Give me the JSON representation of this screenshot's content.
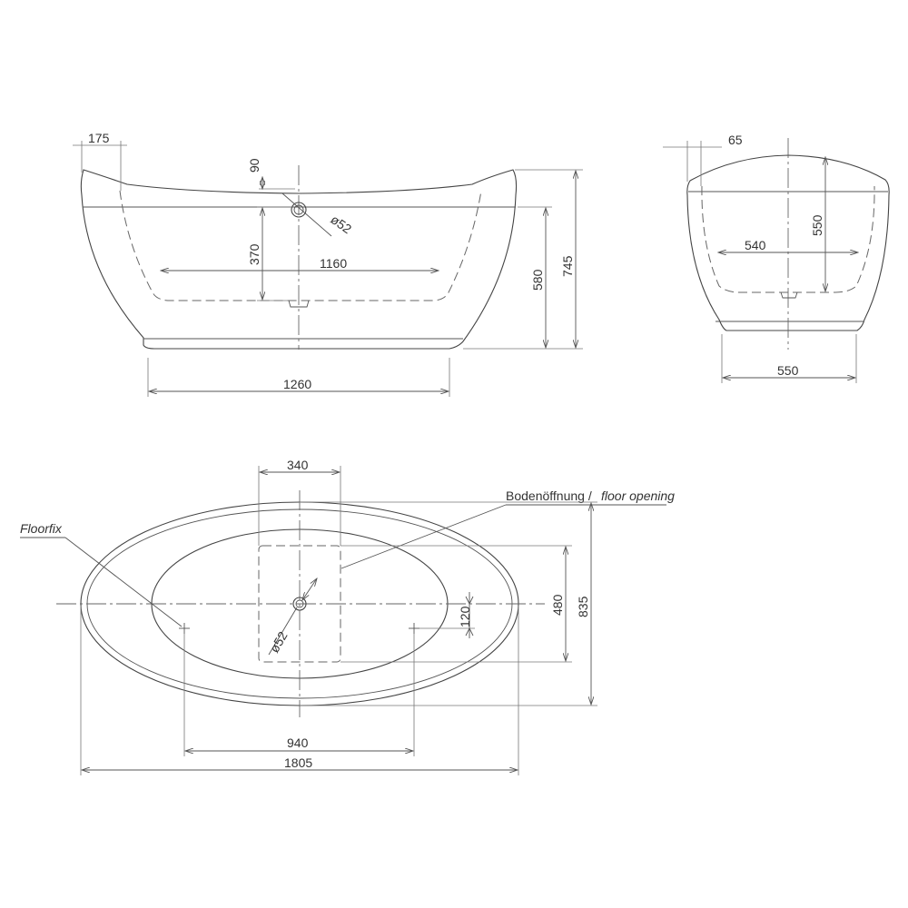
{
  "dimensions": {
    "side_top_width": "175",
    "side_overflow_height": "90",
    "side_drain_diameter": "ø52",
    "side_drain_height": "370",
    "side_inner_length": "1160",
    "side_inner_height": "580",
    "side_total_height": "745",
    "side_base_length": "1260",
    "end_top_width": "65",
    "end_depth": "550",
    "end_inner_width": "540",
    "end_base_width": "550",
    "plan_opening_width": "340",
    "plan_width": "835",
    "plan_inner_width": "480",
    "plan_floorfix_offset": "120",
    "plan_drain_diameter": "ø52",
    "plan_floorfix_spacing": "940",
    "plan_total_length": "1805"
  },
  "labels": {
    "floor_opening_de": "Bodenöffnung /",
    "floor_opening_en": "floor opening",
    "floorfix": "Floorfix"
  }
}
